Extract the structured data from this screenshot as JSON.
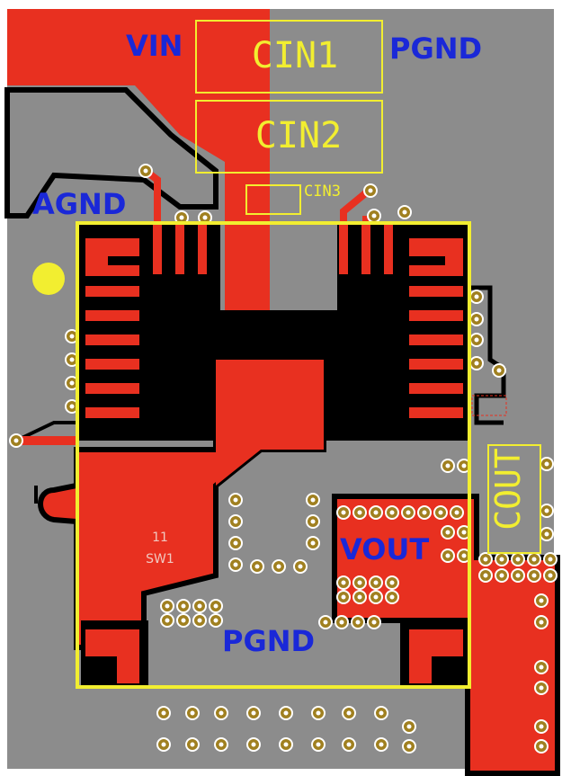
{
  "colors": {
    "board": "#ffffff",
    "copper_plane": "#8c8c8c",
    "copper_top": "#e83020",
    "soldermask_dark": "#000000",
    "silkscreen": "#f2ee30",
    "net_label": "#1a28d8",
    "via_ring": "#a08020",
    "via_hole": "#ffffff",
    "small_label": "#f0c8c0"
  },
  "net_labels": {
    "vin": "VIN",
    "pgnd_top": "PGND",
    "agnd": "AGND",
    "vout": "VOUT",
    "pgnd_bottom": "PGND"
  },
  "silkscreen": {
    "cin1": "CIN1",
    "cin2": "CIN2",
    "cin3": "CIN3",
    "cout": "COUT"
  },
  "pin_label": {
    "number": "11",
    "name": "SW1"
  },
  "icons": [
    "pin1-marker-dot",
    "via"
  ]
}
